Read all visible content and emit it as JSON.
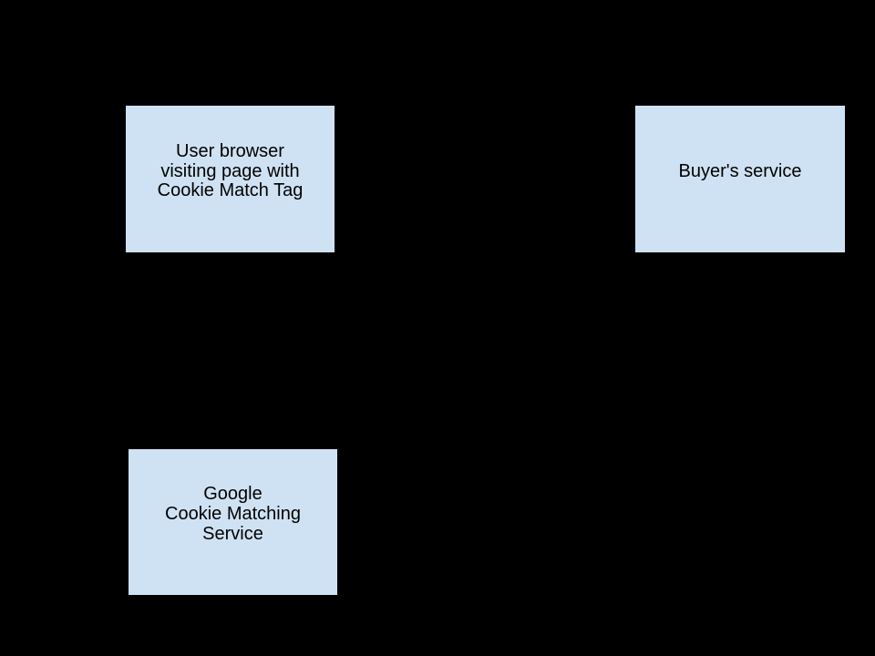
{
  "diagram": {
    "colors": {
      "background": "#000000",
      "box_fill": "#cfe2f3",
      "box_border": "#000000",
      "text": "#000000"
    },
    "nodes": {
      "user_browser": {
        "label": "User browser\nvisiting page with\nCookie Match Tag"
      },
      "buyers_service": {
        "label": "Buyer's service"
      },
      "google_cookie_matching": {
        "label": "Google\nCookie Matching\nService"
      }
    }
  }
}
